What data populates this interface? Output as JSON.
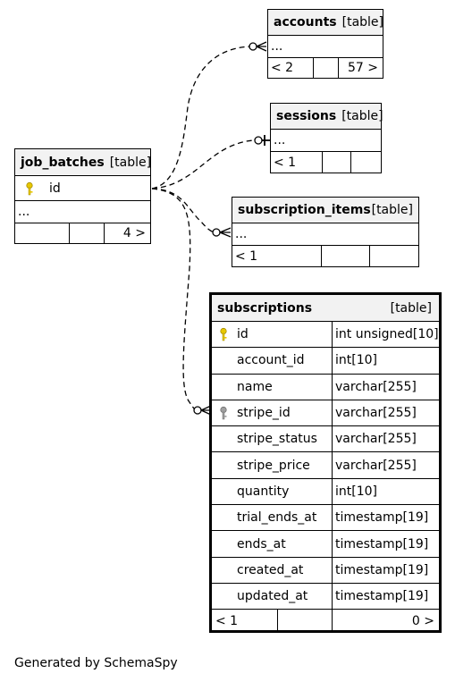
{
  "tables": {
    "job_batches": {
      "name": "job_batches",
      "tag": "[table]",
      "pk": "id",
      "more": "...",
      "nav": {
        "left": "",
        "mid": "",
        "right": "4 >"
      }
    },
    "accounts": {
      "name": "accounts",
      "tag": "[table]",
      "more": "...",
      "nav": {
        "left": "< 2",
        "mid": "",
        "right": "57 >"
      }
    },
    "sessions": {
      "name": "sessions",
      "tag": "[table]",
      "more": "...",
      "nav": {
        "left": "< 1",
        "mid": "",
        "right": ""
      }
    },
    "subscription_items": {
      "name": "subscription_items",
      "tag": "[table]",
      "more": "...",
      "nav": {
        "left": "< 1",
        "mid": "",
        "right": ""
      }
    },
    "subscriptions": {
      "name": "subscriptions",
      "tag": "[table]",
      "columns": [
        {
          "name": "id",
          "type": "int unsigned[10]",
          "key": "primary"
        },
        {
          "name": "account_id",
          "type": "int[10]",
          "key": ""
        },
        {
          "name": "name",
          "type": "varchar[255]",
          "key": ""
        },
        {
          "name": "stripe_id",
          "type": "varchar[255]",
          "key": "unique"
        },
        {
          "name": "stripe_status",
          "type": "varchar[255]",
          "key": ""
        },
        {
          "name": "stripe_price",
          "type": "varchar[255]",
          "key": ""
        },
        {
          "name": "quantity",
          "type": "int[10]",
          "key": ""
        },
        {
          "name": "trial_ends_at",
          "type": "timestamp[19]",
          "key": ""
        },
        {
          "name": "ends_at",
          "type": "timestamp[19]",
          "key": ""
        },
        {
          "name": "created_at",
          "type": "timestamp[19]",
          "key": ""
        },
        {
          "name": "updated_at",
          "type": "timestamp[19]",
          "key": ""
        }
      ],
      "nav": {
        "left": "< 1",
        "mid": "",
        "right": "0 >"
      }
    }
  },
  "footer": "Generated by SchemaSpy",
  "colors": {
    "header_bg": "#f2f2f2",
    "primary_key": "#e8c800",
    "unique_key": "#a0a0a0",
    "line": "#000000"
  }
}
